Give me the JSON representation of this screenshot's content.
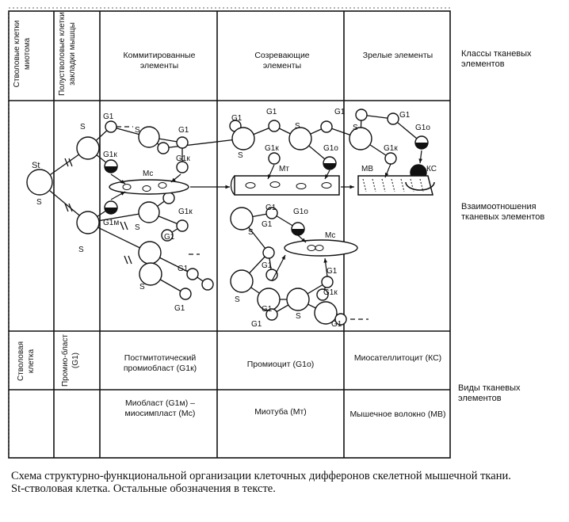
{
  "header": {
    "col1": "Стволовые клетки миотома",
    "col2": "Полустволовые клетки закладки мышцы",
    "col3": "Коммитированные элементы",
    "col4": "Созревающие элементы",
    "col5": "Зрелые элементы"
  },
  "side_labels": {
    "classes": "Классы тканевых элементов",
    "relations": "Взаимоотношения тканевых элементов",
    "types": "Виды тканевых элементов"
  },
  "bottom": {
    "stem_cell": "Стволовая клетка",
    "promyoblast": "Промио-бласт (G1)",
    "postmitotic": "Постмитотический промиобласт (G1к)",
    "promyocyte": "Промиоцит (G1о)",
    "satellite": "Миосателлитоцит (КС)",
    "myoblast": "Миобласт (G1м) – миосимпласт (Mс)",
    "myotube": "Миотуба (Mт)",
    "fiber": "Мышечное волокно (МВ)"
  },
  "diagram_labels": {
    "st": "St",
    "s": "S",
    "g1": "G1",
    "g1k": "G1к",
    "g1m": "G1м",
    "g1o": "G1о",
    "mc": "Mс",
    "mt": "Mт",
    "mv": "МВ",
    "ks": "КС"
  },
  "caption": "Схема структурно-функциональной организации клеточных дифферонов скелетной мышечной ткани. St-стволовая клетка. Остальные обозначения в тексте."
}
